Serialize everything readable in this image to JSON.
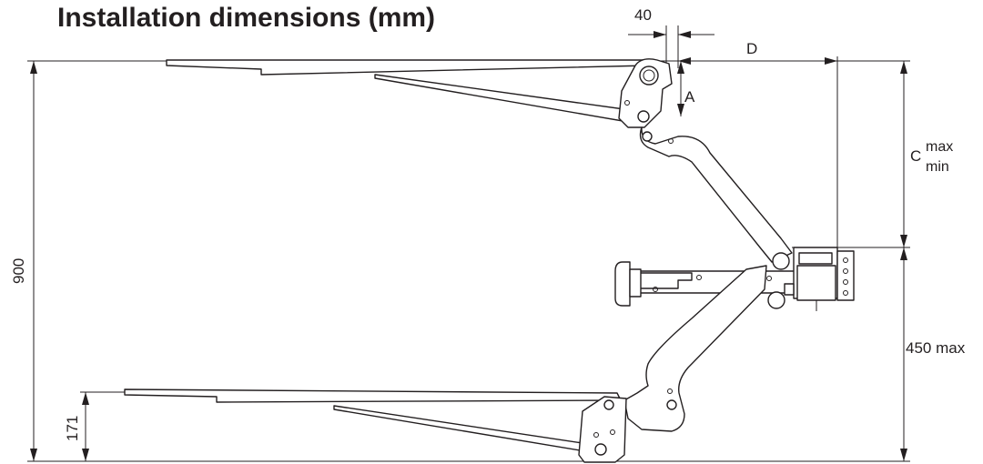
{
  "title": "Installation dimensions (mm)",
  "dimensions": {
    "gap": "40",
    "d": "D",
    "a": "A",
    "c": "C",
    "c_max": "max",
    "c_min": "min",
    "total_height": "900",
    "lower_section": "450 max",
    "footrest_height": "171"
  }
}
